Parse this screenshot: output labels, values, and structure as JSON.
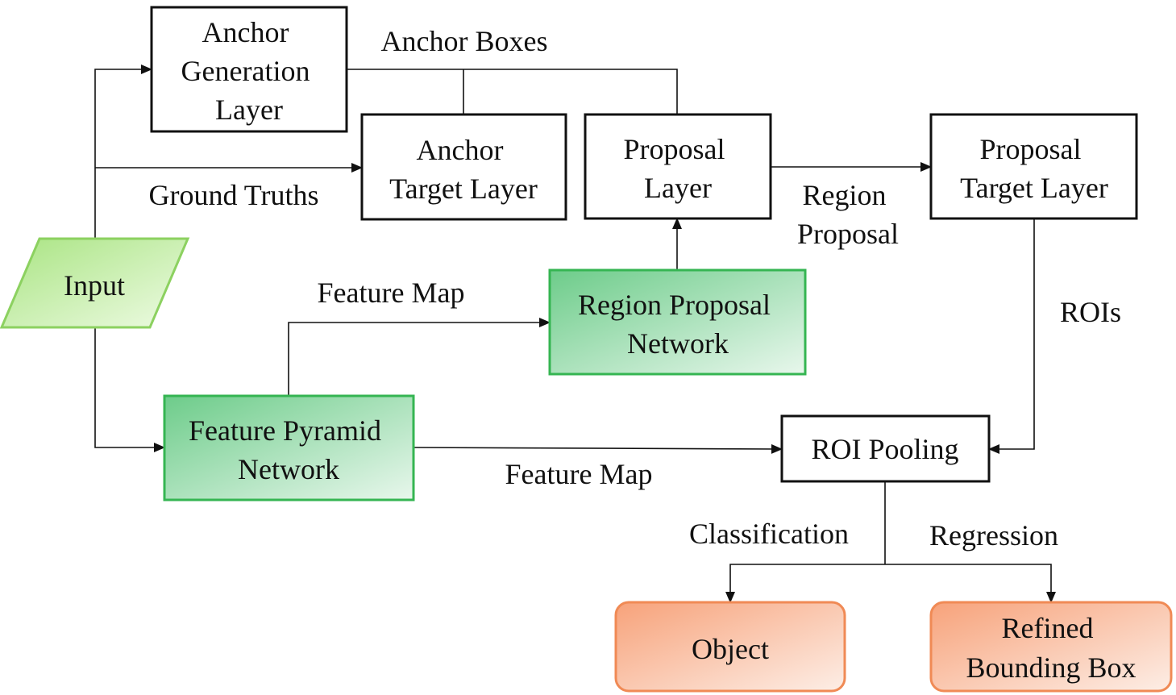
{
  "nodes": {
    "anchor_generation": [
      "Anchor",
      "Generation",
      "Layer"
    ],
    "anchor_target": [
      "Anchor",
      "Target Layer"
    ],
    "proposal_layer": [
      "Proposal",
      "Layer"
    ],
    "proposal_target": [
      "Proposal",
      "Target Layer"
    ],
    "input": [
      "Input"
    ],
    "rpn": [
      "Region Proposal",
      "Network"
    ],
    "fpn": [
      "Feature Pyramid",
      "Network"
    ],
    "roi_pooling": [
      "ROI Pooling"
    ],
    "object": [
      "Object"
    ],
    "refined_box": [
      "Refined",
      "Bounding Box"
    ]
  },
  "edge_labels": {
    "anchor_boxes": [
      "Anchor Boxes"
    ],
    "ground_truths": [
      "Ground Truths"
    ],
    "region_proposal": [
      "Region",
      "Proposal"
    ],
    "feature_map_top": [
      "Feature Map"
    ],
    "feature_map_bottom": [
      "Feature Map"
    ],
    "rois": [
      "ROIs"
    ],
    "classification": [
      "Classification"
    ],
    "regression": [
      "Regression"
    ]
  },
  "colors": {
    "green_stroke": "#35b552",
    "green_dark": "#6dcc8a",
    "green_light": "#e8f7ec",
    "input_stroke": "#8cd160",
    "input_dark": "#a9e482",
    "input_light": "#eefbe4",
    "orange_stroke": "#f08a55",
    "orange_dark": "#f7a27a",
    "orange_light": "#fdeee6"
  }
}
